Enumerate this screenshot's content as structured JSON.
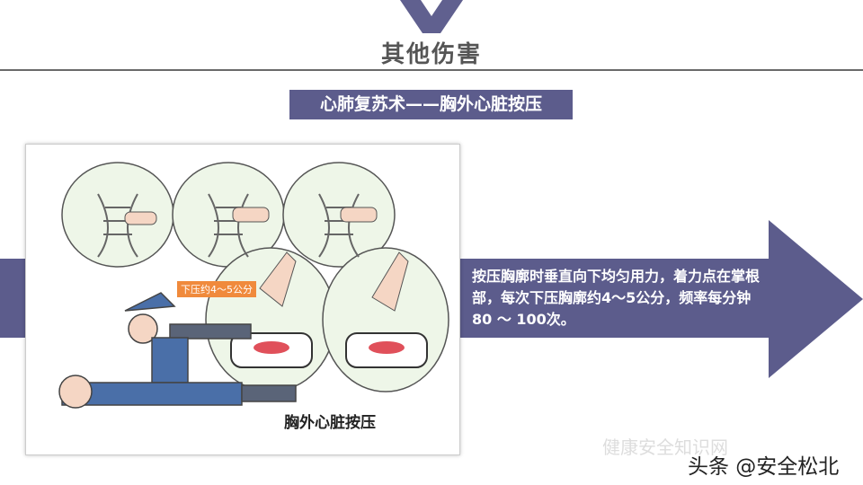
{
  "header": {
    "title": "其他伤害"
  },
  "section_label": "心肺复苏术——胸外心脏按压",
  "description": "按压胸廓时垂直向下均匀用力，着力点在掌根部，每次下压胸廓约4～5公分，频率每分钟80 ～ 100次。",
  "illustration": {
    "depth_tag": "下压约4～5公分",
    "caption": "胸外心脏按压"
  },
  "watermarks": {
    "source": "健康安全知识网",
    "credit": "头条 @安全松北"
  },
  "colors": {
    "accent": "#5c5c8c",
    "title": "#555555",
    "tag": "#f08a3c"
  }
}
